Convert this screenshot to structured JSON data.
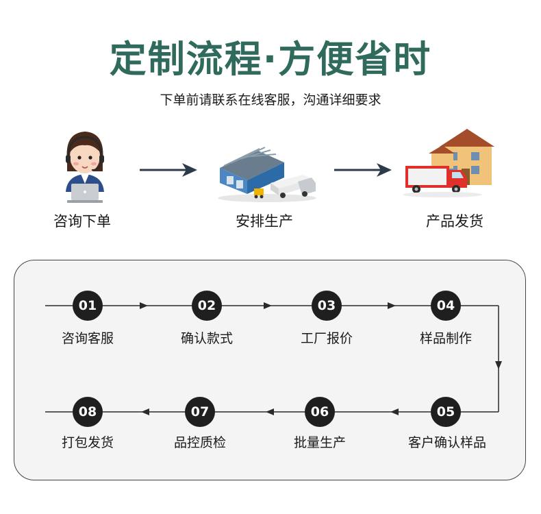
{
  "header": {
    "title": "定制流程·方便省时",
    "subtitle": "下单前请联系在线客服，沟通详细要求"
  },
  "top_flow": [
    {
      "label": "咨询下单",
      "icon": "customer-service-icon"
    },
    {
      "label": "安排生产",
      "icon": "factory-icon"
    },
    {
      "label": "产品发货",
      "icon": "delivery-truck-icon"
    }
  ],
  "steps": [
    {
      "num": "01",
      "label": "咨询客服"
    },
    {
      "num": "02",
      "label": "确认款式"
    },
    {
      "num": "03",
      "label": "工厂报价"
    },
    {
      "num": "04",
      "label": "样品制作"
    },
    {
      "num": "05",
      "label": "客户确认样品"
    },
    {
      "num": "06",
      "label": "批量生产"
    },
    {
      "num": "07",
      "label": "品控质检"
    },
    {
      "num": "08",
      "label": "打包发货"
    }
  ],
  "colors": {
    "title": "#2f6a5c",
    "arrow": "#2c3a4a",
    "circle": "#1f1f1f",
    "panel_border": "#444444",
    "panel_bg": "#f4f4f4"
  }
}
